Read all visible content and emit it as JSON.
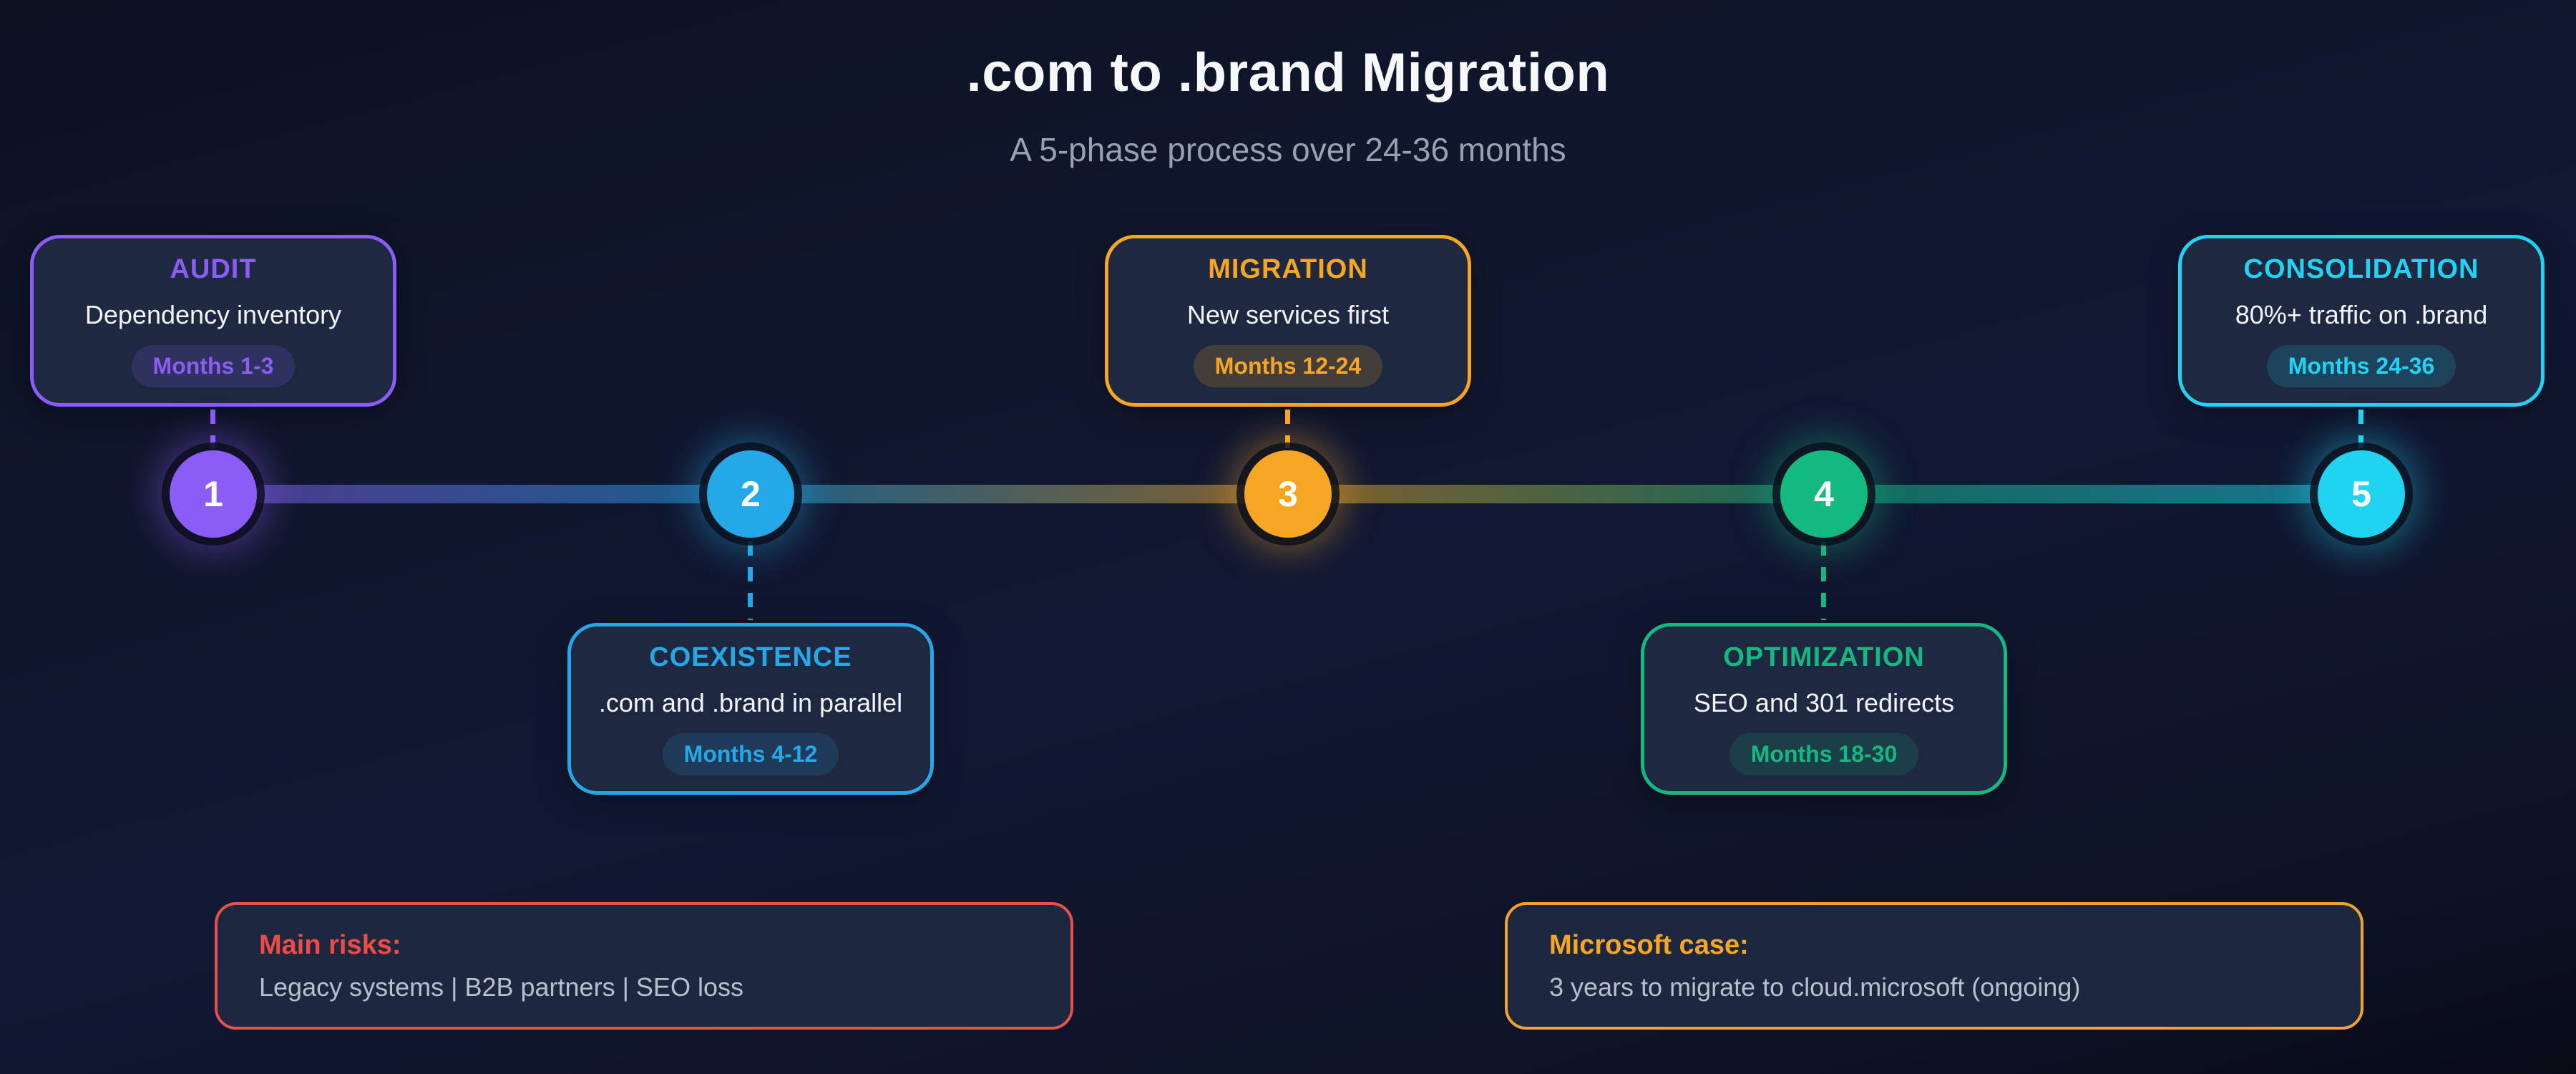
{
  "title": ".com to .brand Migration",
  "subtitle": "A 5-phase process over 24-36 months",
  "timeline": {
    "gradient_colors": [
      "#8b5cf6",
      "#25a8e8",
      "#f6a623",
      "#14b981",
      "#21d3f3"
    ]
  },
  "phases": [
    {
      "number": "1",
      "name": "AUDIT",
      "description": "Dependency inventory",
      "badge": "Months 1-3",
      "color": "#8b5cf6",
      "card_position": "above"
    },
    {
      "number": "2",
      "name": "COEXISTENCE",
      "description": ".com and .brand in parallel",
      "badge": "Months 4-12",
      "color": "#25a8e8",
      "card_position": "below"
    },
    {
      "number": "3",
      "name": "MIGRATION",
      "description": "New services first",
      "badge": "Months 12-24",
      "color": "#f6a623",
      "card_position": "above"
    },
    {
      "number": "4",
      "name": "OPTIMIZATION",
      "description": "SEO and 301 redirects",
      "badge": "Months 18-30",
      "color": "#14b981",
      "card_position": "below"
    },
    {
      "number": "5",
      "name": "CONSOLIDATION",
      "description": "80%+ traffic on .brand",
      "badge": "Months 24-36",
      "color": "#21d3f3",
      "card_position": "above"
    }
  ],
  "notes": [
    {
      "title": "Main risks:",
      "text": "Legacy systems | B2B partners | SEO loss",
      "accent_color": "#ef4b45"
    },
    {
      "title": "Microsoft case:",
      "text": "3 years to migrate to cloud.microsoft (ongoing)",
      "accent_color": "#f5a623"
    }
  ]
}
